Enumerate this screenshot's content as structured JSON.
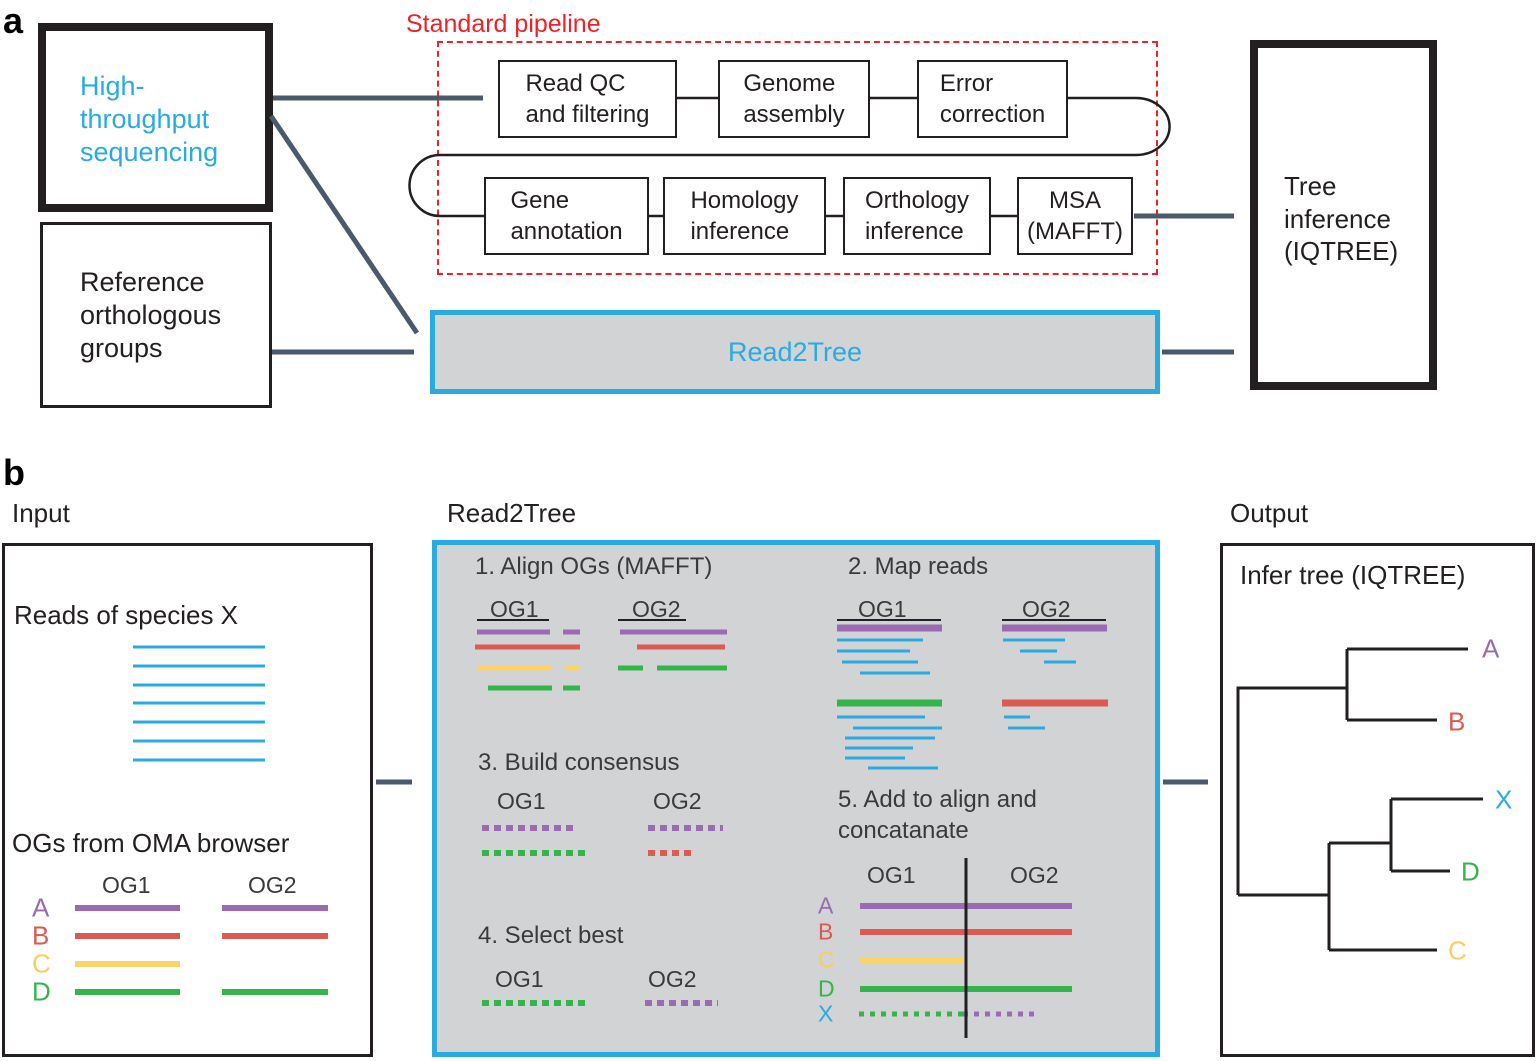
{
  "palette": {
    "accent_cyan": "#29ABE2",
    "pipeline_red": "#EC2227",
    "arrow_slate": "#485A6C",
    "box_gray_fill": "#D1D3D4",
    "ink": "#231F20",
    "species_a_purple": "#9A6BB2",
    "species_b_red": "#DB5A52",
    "species_c_yellow": "#FBD469",
    "species_d_green": "#34B44A",
    "species_x_cyan": "#29ABE2"
  },
  "panel_a": {
    "label": "a",
    "hts_label": "High-\nthroughput\nsequencing",
    "ref_label": "Reference\northologous\ngroups",
    "standard_pipeline_label": "Standard pipeline",
    "pipeline_row1": [
      "Read QC\nand filtering",
      "Genome\nassembly",
      "Error\ncorrection"
    ],
    "pipeline_row2": [
      "Gene\nannotation",
      "Homology\ninference",
      "Orthology\ninference",
      "MSA\n(MAFFT)"
    ],
    "read2tree_label": "Read2Tree",
    "tree_inference_label": "Tree\ninference\n(IQTREE)"
  },
  "panel_b": {
    "label": "b",
    "input_heading": "Input",
    "read2tree_heading": "Read2Tree",
    "output_heading": "Output",
    "reads_label": "Reads of species X",
    "ogs_label": "OGs from OMA browser",
    "og1": "OG1",
    "og2": "OG2",
    "species": [
      "A",
      "B",
      "C",
      "D"
    ],
    "species_x": "X",
    "steps": {
      "step1": "1. Align OGs (MAFFT)",
      "step2": "2. Map reads",
      "step3": "3. Build consensus",
      "step4": "4. Select best",
      "step5": "5. Add to align and\nconcatanate"
    },
    "output_box_label": "Infer tree (IQTREE)",
    "tree_leaves": [
      "A",
      "B",
      "X",
      "D",
      "C"
    ]
  }
}
